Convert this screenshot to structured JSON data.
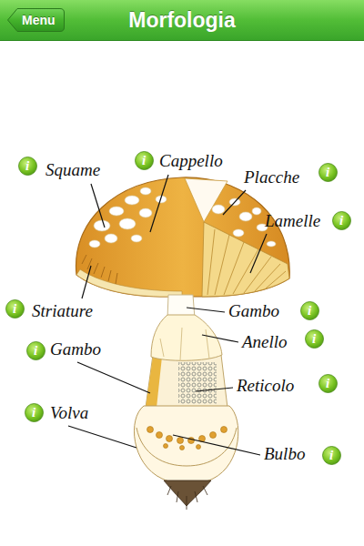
{
  "diagram": {
    "title": "Morfologia",
    "nodes": [
      {
        "text": [
          "Menu"
        ]
      },
      {
        "text": [
          "i"
        ]
      },
      {
        "text": [
          "i"
        ]
      },
      {
        "text": [
          "i"
        ]
      },
      {
        "text": [
          "i"
        ]
      },
      {
        "text": [
          "i"
        ]
      },
      {
        "text": [
          "i"
        ]
      },
      {
        "text": [
          "i"
        ]
      },
      {
        "text": [
          "i"
        ]
      },
      {
        "text": [
          "i"
        ]
      },
      {
        "text": [
          "i"
        ]
      },
      {
        "text": [
          "i"
        ]
      }
    ],
    "labels": [
      "Cappello",
      "Squame",
      "Placche",
      "Lamelle",
      "Striature",
      "Gambo",
      "Anello",
      "Gambo",
      "Reticolo",
      "Volva",
      "Bulbo"
    ]
  }
}
